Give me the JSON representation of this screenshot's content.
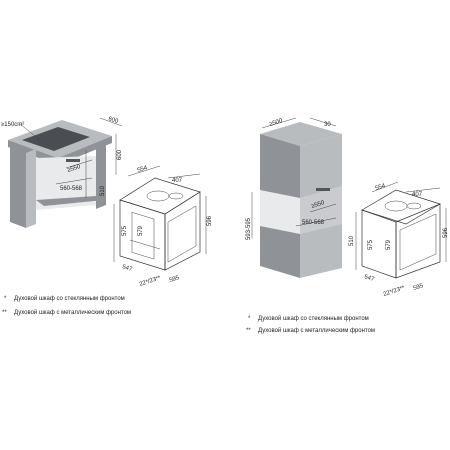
{
  "left": {
    "cutout": "≥150cm²",
    "counter_width": "600",
    "cab_height": "600",
    "niche_w": "≥550",
    "niche_d": "560-568",
    "niche_h": "510",
    "oven_depth_top": "554",
    "oven_front_depth": "407",
    "oven_h_inner": "579",
    "oven_h_outer": "575",
    "oven_height": "596",
    "oven_depth_bottom": "547",
    "oven_width": "595",
    "front_thickness": "22*/23**"
  },
  "right": {
    "col_width": "≥500",
    "col_depth": "30",
    "niche_h": "593-595",
    "niche_w": "≥550",
    "niche_d": "560-568",
    "oven_depth_top": "554",
    "oven_front_depth": "407",
    "oven_h_inner": "510",
    "oven_h_mid": "575",
    "oven_h_outer": "579",
    "oven_height": "596",
    "oven_depth_bottom": "547",
    "oven_width": "595",
    "front_thickness": "22*/23**"
  },
  "notes": [
    {
      "mark": "*",
      "text": "Духовой шкаф со стеклянным фронтом"
    },
    {
      "mark": "**",
      "text": "Духовой шкаф с металлическим фронтом"
    }
  ],
  "colors": {
    "cabinet": "#8f9398",
    "cabinet_light": "#b9bcbf",
    "hob": "#4a4d51"
  }
}
